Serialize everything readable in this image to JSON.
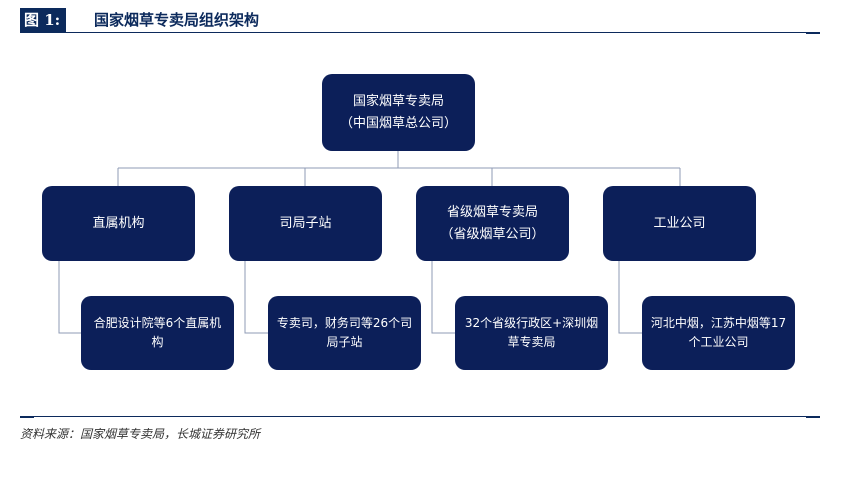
{
  "figure": {
    "label": "图 1:",
    "title": "国家烟草专卖局组织架构"
  },
  "root": {
    "line1": "国家烟草专卖局",
    "line2": "（中国烟草总公司）"
  },
  "level2": [
    {
      "line1": "直属机构",
      "line2": ""
    },
    {
      "line1": "司局子站",
      "line2": ""
    },
    {
      "line1": "省级烟草专卖局",
      "line2": "（省级烟草公司）"
    },
    {
      "line1": "工业公司",
      "line2": ""
    }
  ],
  "level3": [
    {
      "line1": "合肥设计院等6个直属机",
      "line2": "构"
    },
    {
      "line1": "专卖司，财务司等26个司",
      "line2": "局子站"
    },
    {
      "line1": "32个省级行政区+深圳烟",
      "line2": "草专卖局"
    },
    {
      "line1": "河北中烟，江苏中烟等17",
      "line2": "个工业公司"
    }
  ],
  "source": "资料来源：国家烟草专卖局，长城证券研究所",
  "colors": {
    "box": "#0c1f59",
    "connector": "#8f9bb5",
    "rule": "#0c2a5c"
  }
}
